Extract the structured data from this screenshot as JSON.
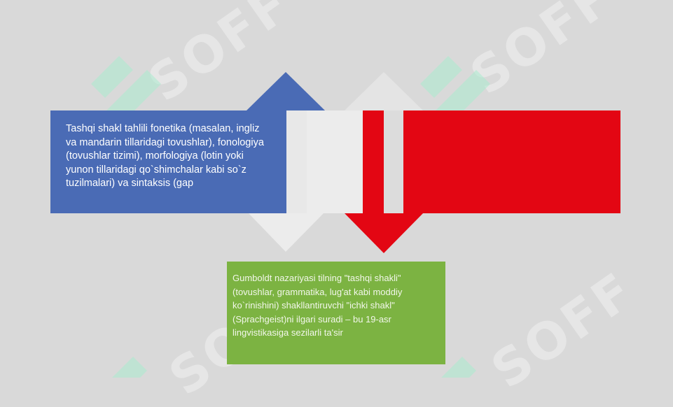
{
  "diagram": {
    "left_box": {
      "text": "Tashqi shakl tahlili fonetika (masalan, ingliz va mandarin tillaridagi tovushlar), fonologiya (tovushlar tizimi), morfologiya (lotin yoki yunon tillaridagi qo`shimchalar kabi so`z tuzilmalari) va sintaksis (gap"
    },
    "bottom_box": {
      "text": "Gumboldt nazariyasi tilning \"tashqi shakli\" (tovushlar, grammatika, lug'at kabi moddiy ko`rinishini) shakllantiruvchi \"ichki shakl\" (Sprachgeist)ni ilgari suradi – bu 19-asr lingvistikasiga sezilarli ta'sir"
    },
    "colors": {
      "background": "#d9d9d9",
      "blue": "#4a6bb5",
      "red": "#e30613",
      "green": "#7cb342",
      "arrow_light": "#ececec"
    }
  },
  "watermark": {
    "text": "SOFF"
  }
}
